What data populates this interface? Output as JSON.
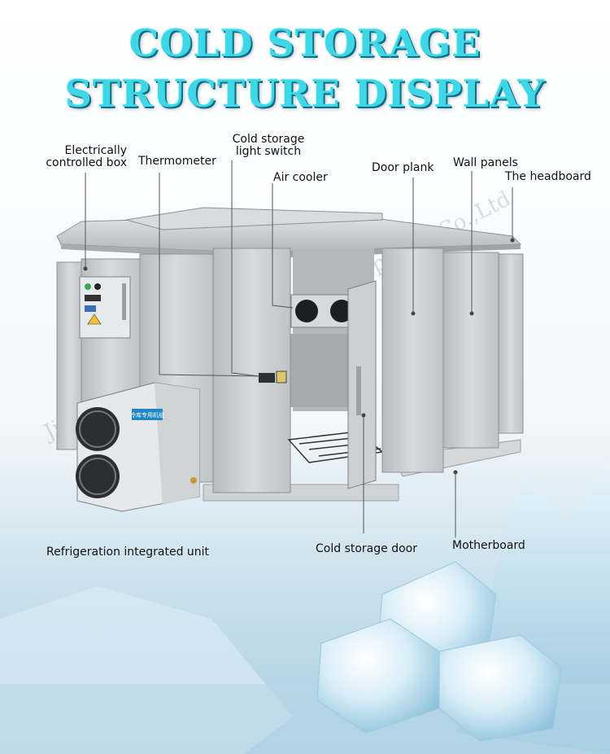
{
  "title": {
    "line1": "COLD STORAGE",
    "line2": "STRUCTURE DISPLAY"
  },
  "labels": {
    "electrically_controlled_box_line1": "Electrically",
    "electrically_controlled_box_line2": "controlled box",
    "thermometer": "Thermometer",
    "light_switch_line1": "Cold storage",
    "light_switch_line2": "light switch",
    "air_cooler": "Air cooler",
    "door_plank": "Door plank",
    "wall_panels": "Wall panels",
    "headboard": "The headboard",
    "refrigeration_unit": "Refrigeration integrated unit",
    "cold_storage_door": "Cold storage door",
    "motherboard": "Motherboard"
  },
  "watermark": "Jinan Tianshun Refrigeration Equipment Co.,Ltd",
  "unit_badge": "冷库专用机组",
  "colors": {
    "title": "#3fd6e6",
    "title_shadow": "#0a6f88",
    "panel": "#c9cdd0",
    "leader_line": "#555555"
  }
}
